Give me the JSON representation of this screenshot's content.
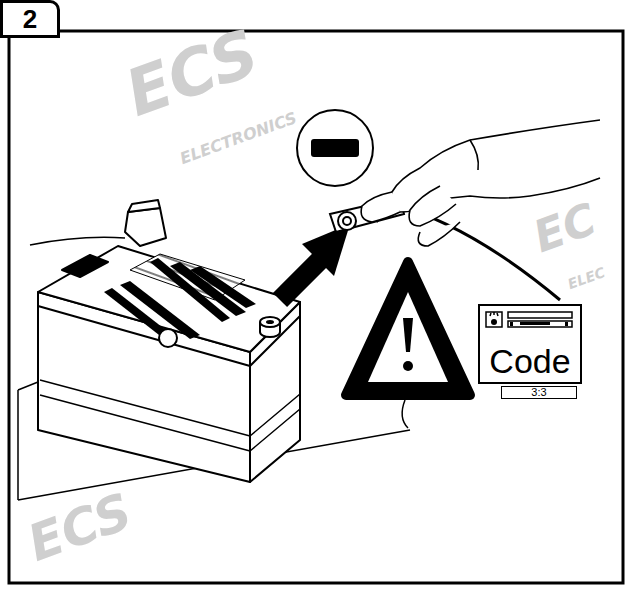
{
  "diagram": {
    "nodes": [
      {
        "text": [
          "2"
        ]
      },
      {
        "text": [
          "Code"
        ]
      },
      {
        "text": [
          "3:3"
        ]
      }
    ],
    "labels": [
      "ECS",
      "ELECTRONICS",
      "EC",
      "ELEC",
      "ECS"
    ]
  }
}
